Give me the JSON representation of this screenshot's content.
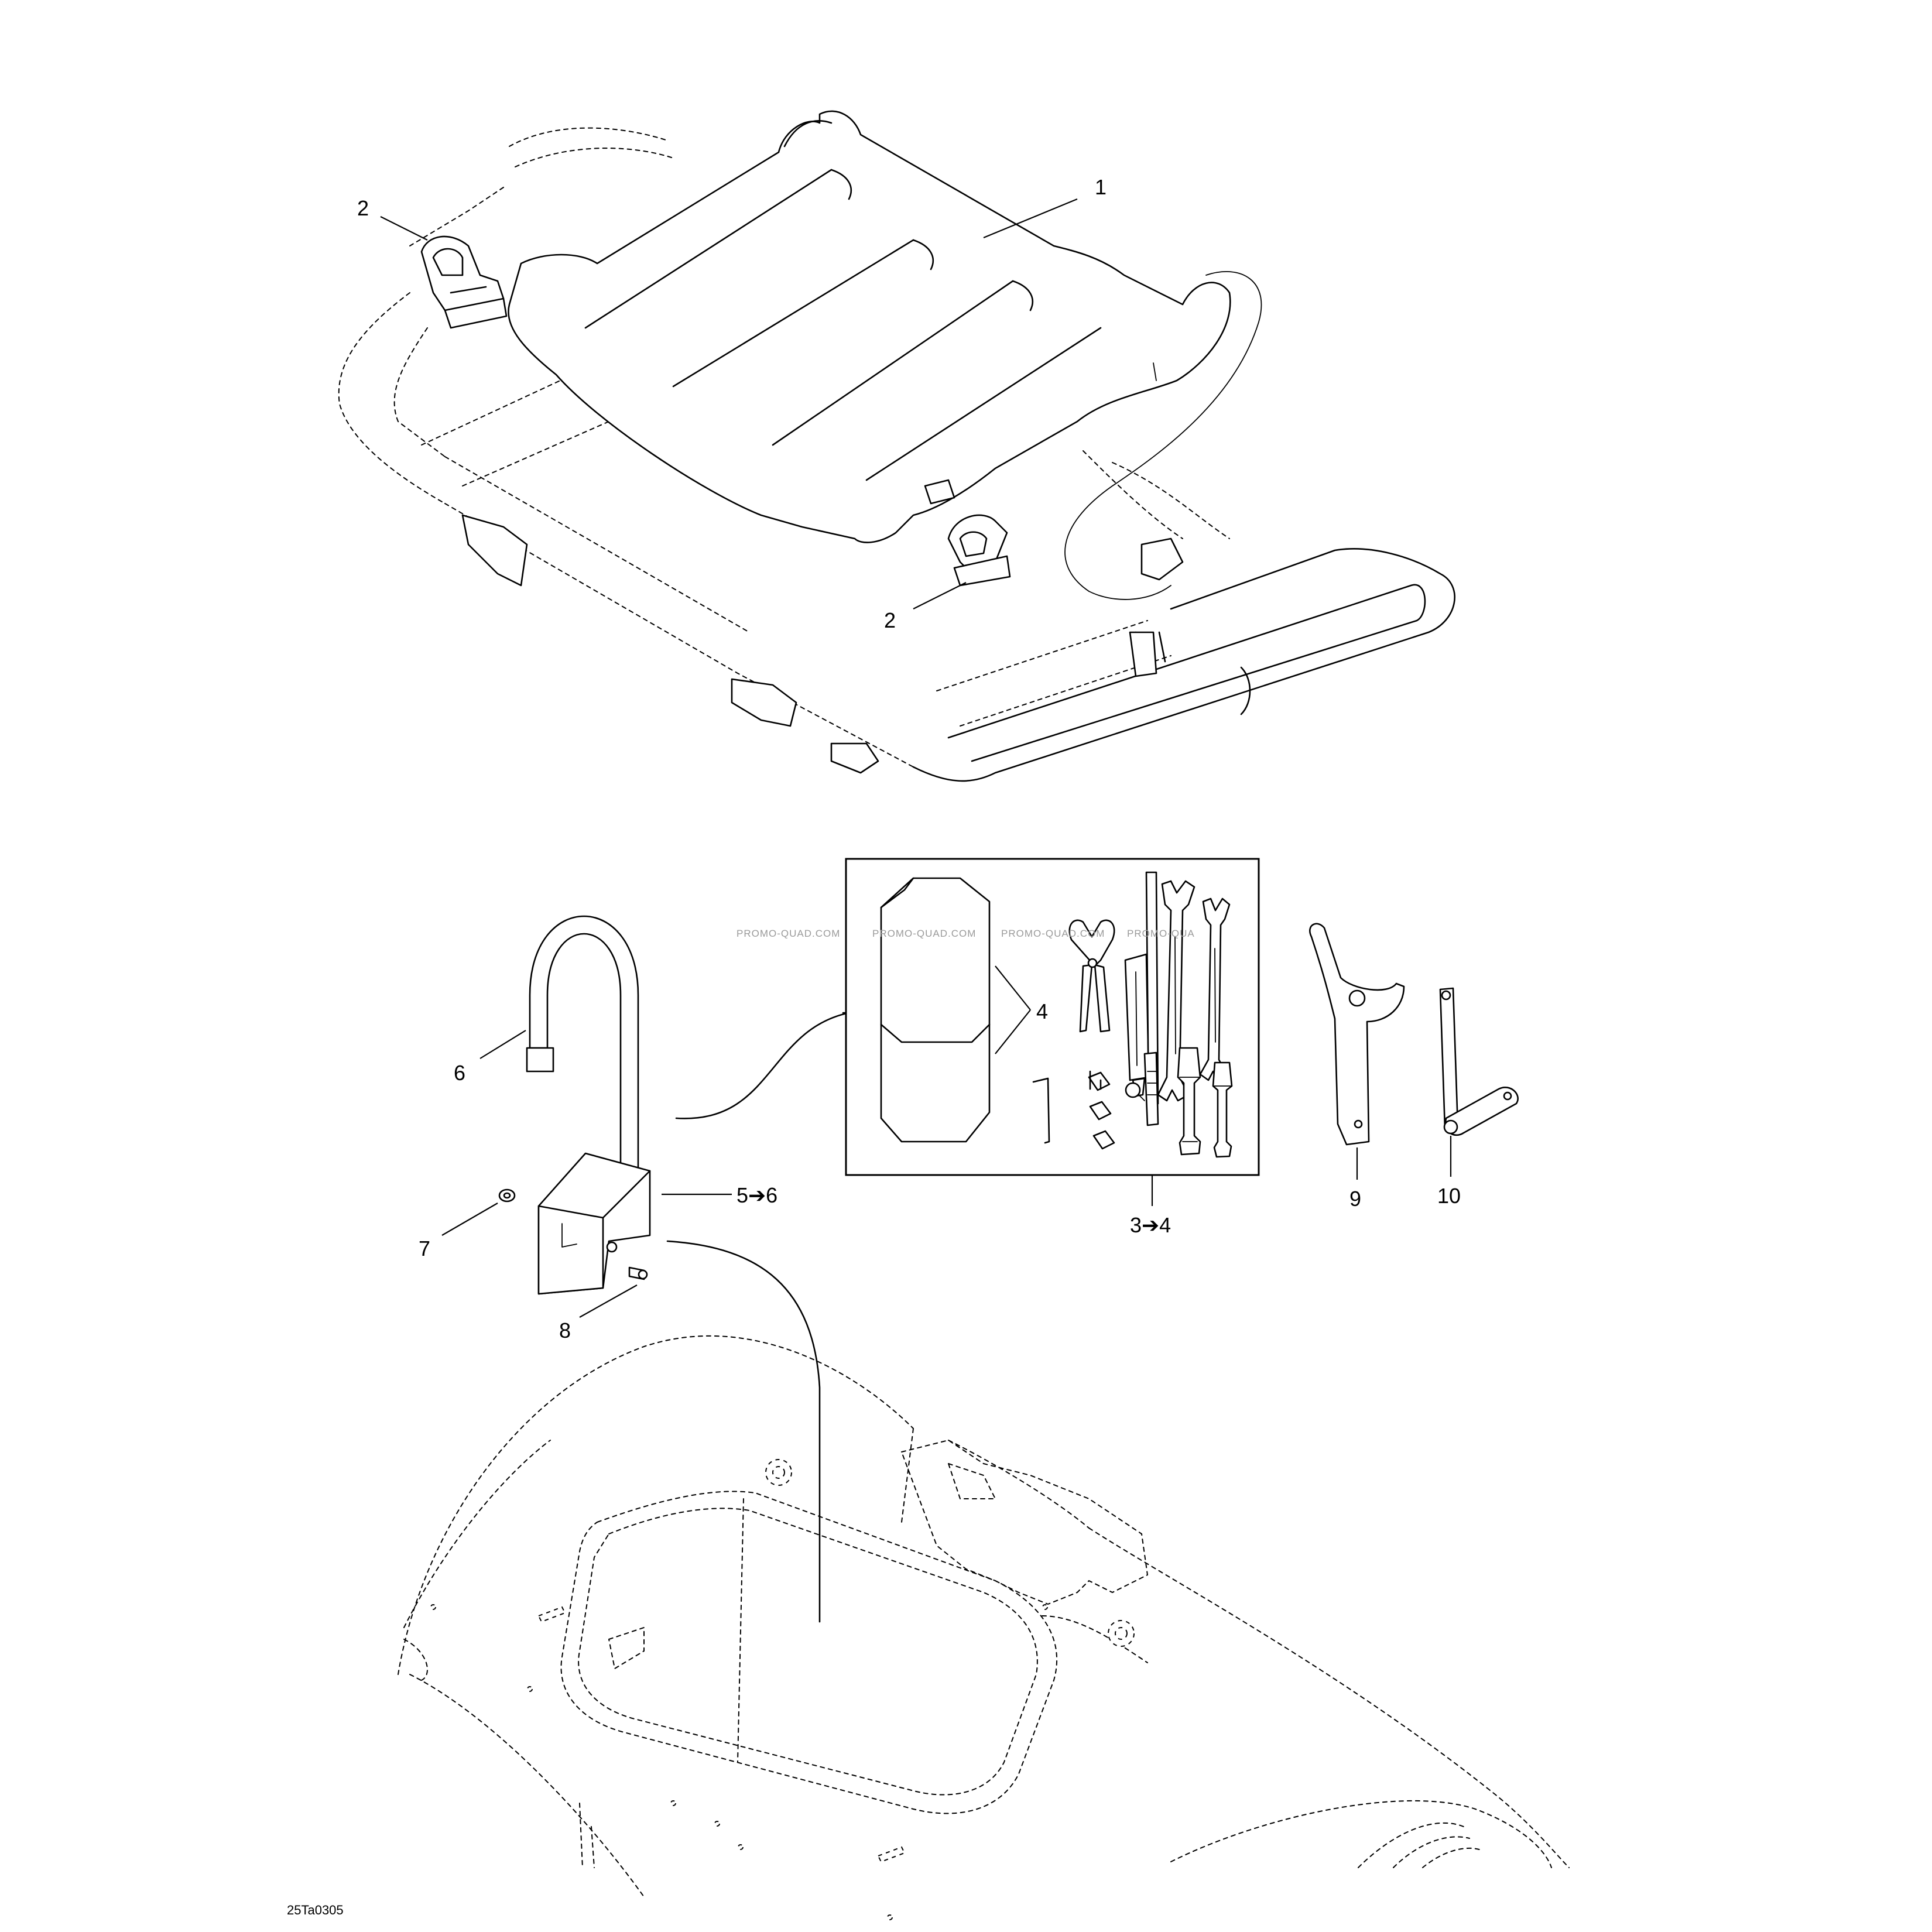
{
  "callouts": {
    "c1": "1",
    "c2_left": "2",
    "c2_bottom": "2",
    "c3": "3➔4",
    "c4": "4",
    "c5": "5➔6",
    "c6": "6",
    "c7": "7",
    "c8": "8",
    "c9": "9",
    "c10": "10"
  },
  "drawing_code": "25Ta0305",
  "watermark": {
    "w1": "PROMO-QUAD.COM",
    "w2": "PROMO-QUAD.COM",
    "w3": "PROMO-QUAD.COM",
    "w4": "PROMO-QUA"
  },
  "colors": {
    "ink": "#000000",
    "paper": "#ffffff",
    "watermark": "#9a9a9a"
  }
}
